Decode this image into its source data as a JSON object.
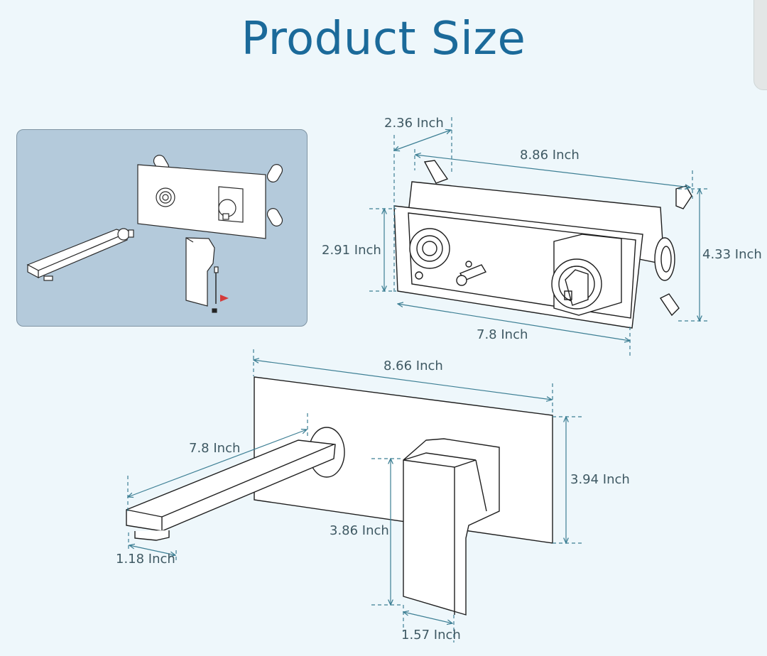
{
  "title": "Product Size",
  "colors": {
    "background": "#eef7fb",
    "title": "#1b6a9a",
    "dimension_line": "#3d7f94",
    "dimension_text": "#3f5963",
    "inset_background": "#b4cadb",
    "outline": "#1e1e1e"
  },
  "inset": {
    "description": "Exploded installation view: wall plate with mixer, spout, lever handle and hex key"
  },
  "rough_in_valve_box": {
    "dimensions": {
      "depth": "2.36 Inch",
      "overall_width": "8.86 Inch",
      "box_height": "2.91 Inch",
      "overall_height": "4.33 Inch",
      "box_width": "7.8 Inch"
    }
  },
  "faucet_assembly": {
    "dimensions": {
      "plate_width": "8.66 Inch",
      "spout_length": "7.8 Inch",
      "plate_height": "3.94 Inch",
      "handle_height": "3.86 Inch",
      "spout_outlet_width": "1.18 Inch",
      "handle_width": "1.57 Inch"
    }
  }
}
